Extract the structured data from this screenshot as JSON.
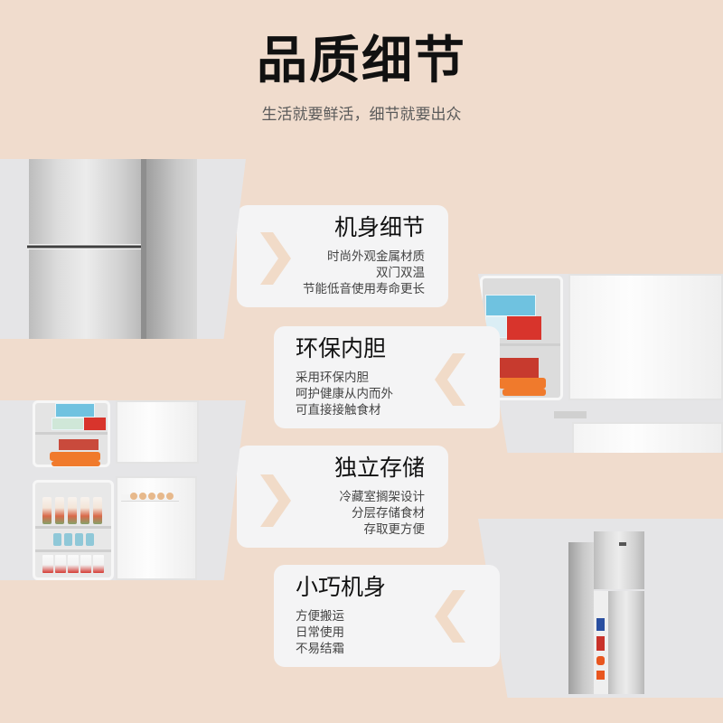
{
  "header": {
    "title": "品质细节",
    "subtitle": "生活就要鲜活，细节就要出众"
  },
  "theme": {
    "background": "#f0dccd",
    "card_background": "#f4f4f5",
    "panel_background": "#e5e5e7",
    "chevron_color": "#f1dbc8",
    "title_color": "#111111",
    "text_color": "#444444"
  },
  "features": [
    {
      "title": "机身细节",
      "lines": [
        "时尚外观金属材质",
        "双门双温",
        "节能低音使用寿命更长"
      ],
      "chevron": "chevron-right-icon",
      "image": "silver fridge door close-up"
    },
    {
      "title": "环保内胆",
      "lines": [
        "采用环保内胆",
        "呵护健康从内而外",
        "可直接接触食材"
      ],
      "chevron": "chevron-left-icon",
      "image": "freezer compartment with food"
    },
    {
      "title": "独立存储",
      "lines": [
        "冷藏室搁架设计",
        "分层存储食材",
        "存取更方便"
      ],
      "chevron": "chevron-right-icon",
      "image": "open fridge with shelves of milk and food"
    },
    {
      "title": "小巧机身",
      "lines": [
        "方便搬运",
        "日常使用",
        "不易结霜"
      ],
      "chevron": "chevron-left-icon",
      "image": "compact two-door silver fridge"
    }
  ]
}
